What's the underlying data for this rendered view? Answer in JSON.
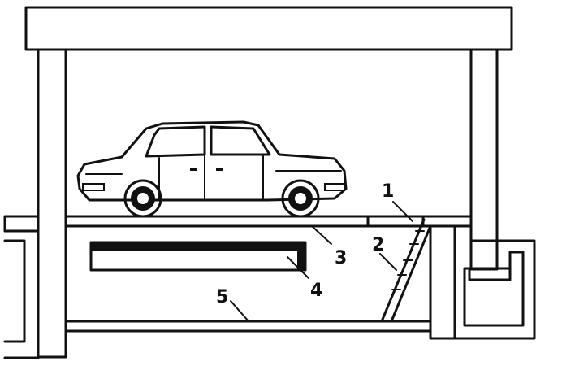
{
  "callouts": [
    {
      "id": "1",
      "label": "1"
    },
    {
      "id": "2",
      "label": "2"
    },
    {
      "id": "3",
      "label": "3"
    },
    {
      "id": "4",
      "label": "4"
    },
    {
      "id": "5",
      "label": "5"
    }
  ],
  "colors": {
    "ink": "#111111",
    "paper": "#ffffff"
  }
}
